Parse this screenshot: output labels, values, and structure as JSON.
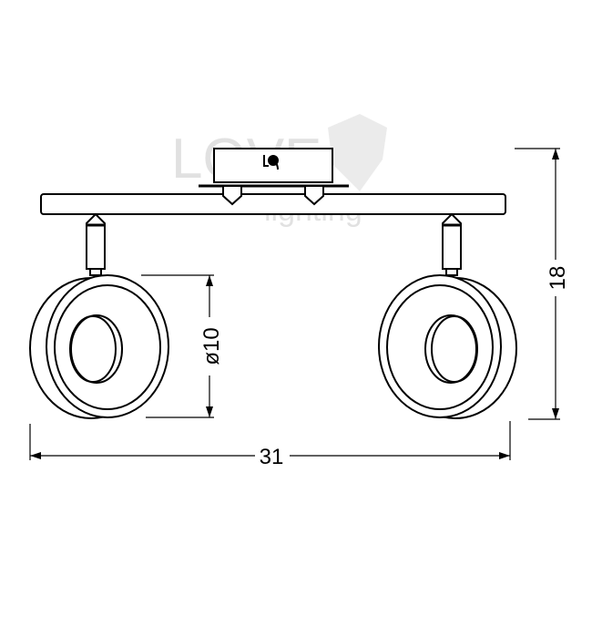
{
  "dimensions": {
    "diameter_label": "ø10",
    "height_label": "18",
    "width_label": "31"
  },
  "watermark": {
    "line1": "LOVE",
    "line2": "lighting"
  },
  "colors": {
    "line": "#000000",
    "watermark": "#d8d8d8"
  }
}
